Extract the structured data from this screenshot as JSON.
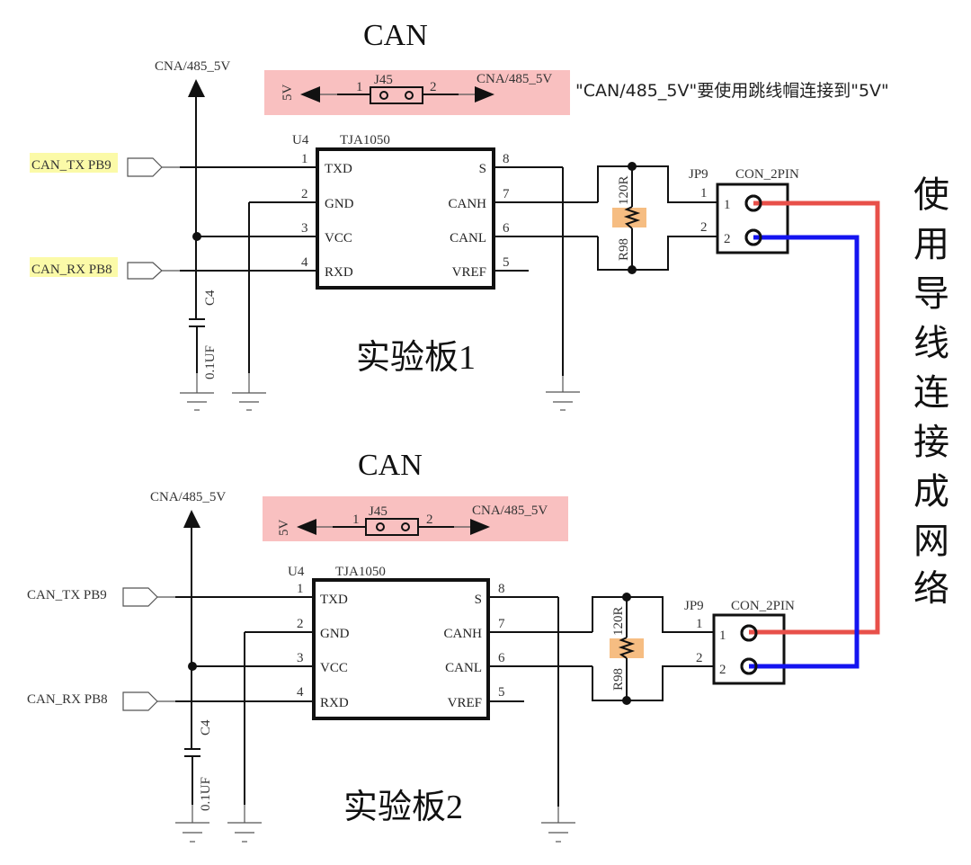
{
  "colors": {
    "jumper_highlight": "#f9c0c0",
    "net_highlight": "#fbfaa8",
    "resistor_highlight": "#f6bd82",
    "canh_wire": "#e8504a",
    "canl_wire": "#1414f0"
  },
  "note": "\"CAN/485_5V\"要使用跳线帽连接到\"5V\"",
  "vertical_note": [
    "使",
    "用",
    "导",
    "线",
    "连",
    "接",
    "成",
    "网",
    "络"
  ],
  "boards": [
    {
      "section_title": "CAN",
      "board_label": "实验板1",
      "power_label": "CNA/485_5V",
      "jumper": {
        "ref": "J45",
        "left_net": "5V",
        "right_net": "CNA/485_5V",
        "pin_left": "1",
        "pin_right": "2"
      },
      "nets": {
        "tx": "CAN_TX  PB9",
        "rx": "CAN_RX  PB8",
        "highlighted": true
      },
      "chip": {
        "ref": "U4",
        "part": "TJA1050",
        "left_pins": [
          {
            "num": "1",
            "name": "TXD"
          },
          {
            "num": "2",
            "name": "GND"
          },
          {
            "num": "3",
            "name": "VCC"
          },
          {
            "num": "4",
            "name": "RXD"
          }
        ],
        "right_pins": [
          {
            "num": "8",
            "name": "S"
          },
          {
            "num": "7",
            "name": "CANH"
          },
          {
            "num": "6",
            "name": "CANL"
          },
          {
            "num": "5",
            "name": "VREF"
          }
        ]
      },
      "capacitor": {
        "ref": "C4",
        "value": "0.1UF"
      },
      "resistor": {
        "ref": "R98",
        "value": "120R"
      },
      "connector": {
        "ref": "JP9",
        "part": "CON_2PIN",
        "pins": [
          "1",
          "2"
        ]
      }
    },
    {
      "section_title": "CAN",
      "board_label": "实验板2",
      "power_label": "CNA/485_5V",
      "jumper": {
        "ref": "J45",
        "left_net": "5V",
        "right_net": "CNA/485_5V",
        "pin_left": "1",
        "pin_right": "2"
      },
      "nets": {
        "tx": "CAN_TX  PB9",
        "rx": "CAN_RX  PB8",
        "highlighted": false
      },
      "chip": {
        "ref": "U4",
        "part": "TJA1050",
        "left_pins": [
          {
            "num": "1",
            "name": "TXD"
          },
          {
            "num": "2",
            "name": "GND"
          },
          {
            "num": "3",
            "name": "VCC"
          },
          {
            "num": "4",
            "name": "RXD"
          }
        ],
        "right_pins": [
          {
            "num": "8",
            "name": "S"
          },
          {
            "num": "7",
            "name": "CANH"
          },
          {
            "num": "6",
            "name": "CANL"
          },
          {
            "num": "5",
            "name": "VREF"
          }
        ]
      },
      "capacitor": {
        "ref": "C4",
        "value": "0.1UF"
      },
      "resistor": {
        "ref": "R98",
        "value": "120R"
      },
      "connector": {
        "ref": "JP9",
        "part": "CON_2PIN",
        "pins": [
          "1",
          "2"
        ]
      }
    }
  ]
}
